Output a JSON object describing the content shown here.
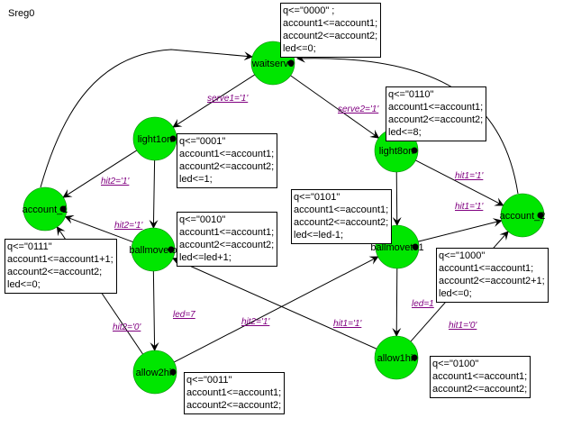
{
  "diagram": {
    "title": "Sreg0",
    "colors": {
      "state_fill": "#00e600",
      "condition_text": "#800080",
      "line": "#000000"
    },
    "states": [
      {
        "id": "waitserve",
        "label": "waitserve",
        "actions": [
          "q<=\"0000\" ;",
          "account1<=account1;",
          "account2<=account2;",
          "led<=0;"
        ]
      },
      {
        "id": "light1on",
        "label": "light1on",
        "actions": [
          "q<=\"0001\"",
          "account1<=account1;",
          "account2<=account2;",
          "led<=1;"
        ]
      },
      {
        "id": "light8on",
        "label": "light8on",
        "actions": [
          "q<=\"0110\"",
          "account1<=account1;",
          "account2<=account2;",
          "led<=8;"
        ]
      },
      {
        "id": "account_1",
        "label": "account_1",
        "actions": [
          "q<=\"0111\"",
          "account1<=account1+1;",
          "account2<=account2;",
          "led<=0;"
        ]
      },
      {
        "id": "account_2",
        "label": "account_2",
        "actions": [
          "q<=\"1000\"",
          "account1<=account1;",
          "account2<=account2+1;",
          "led<=0;"
        ]
      },
      {
        "id": "ballmoveto",
        "label": "ballmoveto",
        "actions": [
          "q<=\"0010\"",
          "account1<=account1;",
          "account2<=account2;",
          "led<=led+1;"
        ]
      },
      {
        "id": "ballmoveto1",
        "label": "ballmoveto1",
        "actions": [
          "q<=\"0101\"",
          "account1<=account1;",
          "account2<=account2;",
          "led<=led-1;"
        ]
      },
      {
        "id": "allow2hit",
        "label": "allow2hit",
        "actions": [
          "q<=\"0011\"",
          "account1<=account1;",
          "account2<=account2;"
        ]
      },
      {
        "id": "allow1hit",
        "label": "allow1hit",
        "actions": [
          "q<=\"0100\"",
          "account1<=account1;",
          "account2<=account2;"
        ]
      }
    ],
    "transitions": [
      {
        "from": "waitserve",
        "to": "light1on",
        "condition": "serve1='1'"
      },
      {
        "from": "waitserve",
        "to": "light8on",
        "condition": "serve2='1'"
      },
      {
        "from": "light1on",
        "to": "account_1",
        "condition": "hit2='1'"
      },
      {
        "from": "light1on",
        "to": "ballmoveto",
        "condition": ""
      },
      {
        "from": "light8on",
        "to": "account_2",
        "condition": "hit1='1'"
      },
      {
        "from": "light8on",
        "to": "ballmoveto1",
        "condition": ""
      },
      {
        "from": "ballmoveto",
        "to": "account_1",
        "condition": "hit2='1'"
      },
      {
        "from": "ballmoveto",
        "to": "allow2hit",
        "condition": "led=7"
      },
      {
        "from": "ballmoveto1",
        "to": "account_2",
        "condition": "hit1='1'"
      },
      {
        "from": "ballmoveto1",
        "to": "allow1hit",
        "condition": "led=1"
      },
      {
        "from": "allow2hit",
        "to": "account_1",
        "condition": "hit2='0'"
      },
      {
        "from": "allow2hit",
        "to": "ballmoveto1",
        "condition": "hit2='1'"
      },
      {
        "from": "allow1hit",
        "to": "ballmoveto",
        "condition": "hit1='1'"
      },
      {
        "from": "allow1hit",
        "to": "account_2",
        "condition": "hit1='0'"
      },
      {
        "from": "account_1",
        "to": "waitserve",
        "condition": ""
      },
      {
        "from": "account_2",
        "to": "waitserve",
        "condition": ""
      }
    ]
  }
}
